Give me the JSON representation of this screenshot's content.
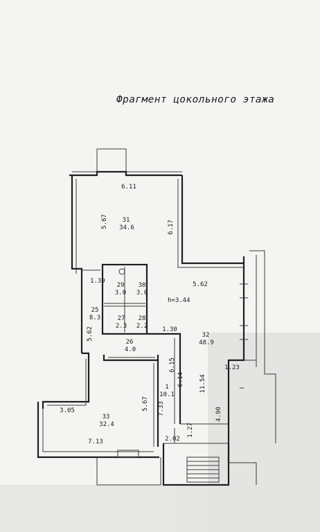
{
  "title": "Фрагмент цокольного этажа",
  "rooms": [
    {
      "id": "room-31",
      "number": "31",
      "area": "34.6"
    },
    {
      "id": "room-29",
      "number": "29",
      "area": "3.0"
    },
    {
      "id": "room-30",
      "number": "30",
      "area": "3.0"
    },
    {
      "id": "room-27",
      "number": "27",
      "area": "2.3"
    },
    {
      "id": "room-28",
      "number": "28",
      "area": "2.2"
    },
    {
      "id": "room-25",
      "number": "25",
      "area": "8.3"
    },
    {
      "id": "room-26",
      "number": "26",
      "area": "4.0"
    },
    {
      "id": "room-32",
      "number": "32",
      "area": "48.9"
    },
    {
      "id": "room-33",
      "number": "33",
      "area": "32.4"
    },
    {
      "id": "room-1",
      "number": "1",
      "area": "10.1"
    }
  ],
  "dimensions": [
    "6.11",
    "5.67",
    "6.17",
    "1.39",
    "5.62",
    "5.62",
    "1.30",
    "6.15",
    "6.14",
    "11.54",
    "1.23",
    "3.05",
    "5.67",
    "7.33",
    "4.90",
    "7.13",
    "2.02",
    "1.27"
  ],
  "height_note": "h=3.44"
}
